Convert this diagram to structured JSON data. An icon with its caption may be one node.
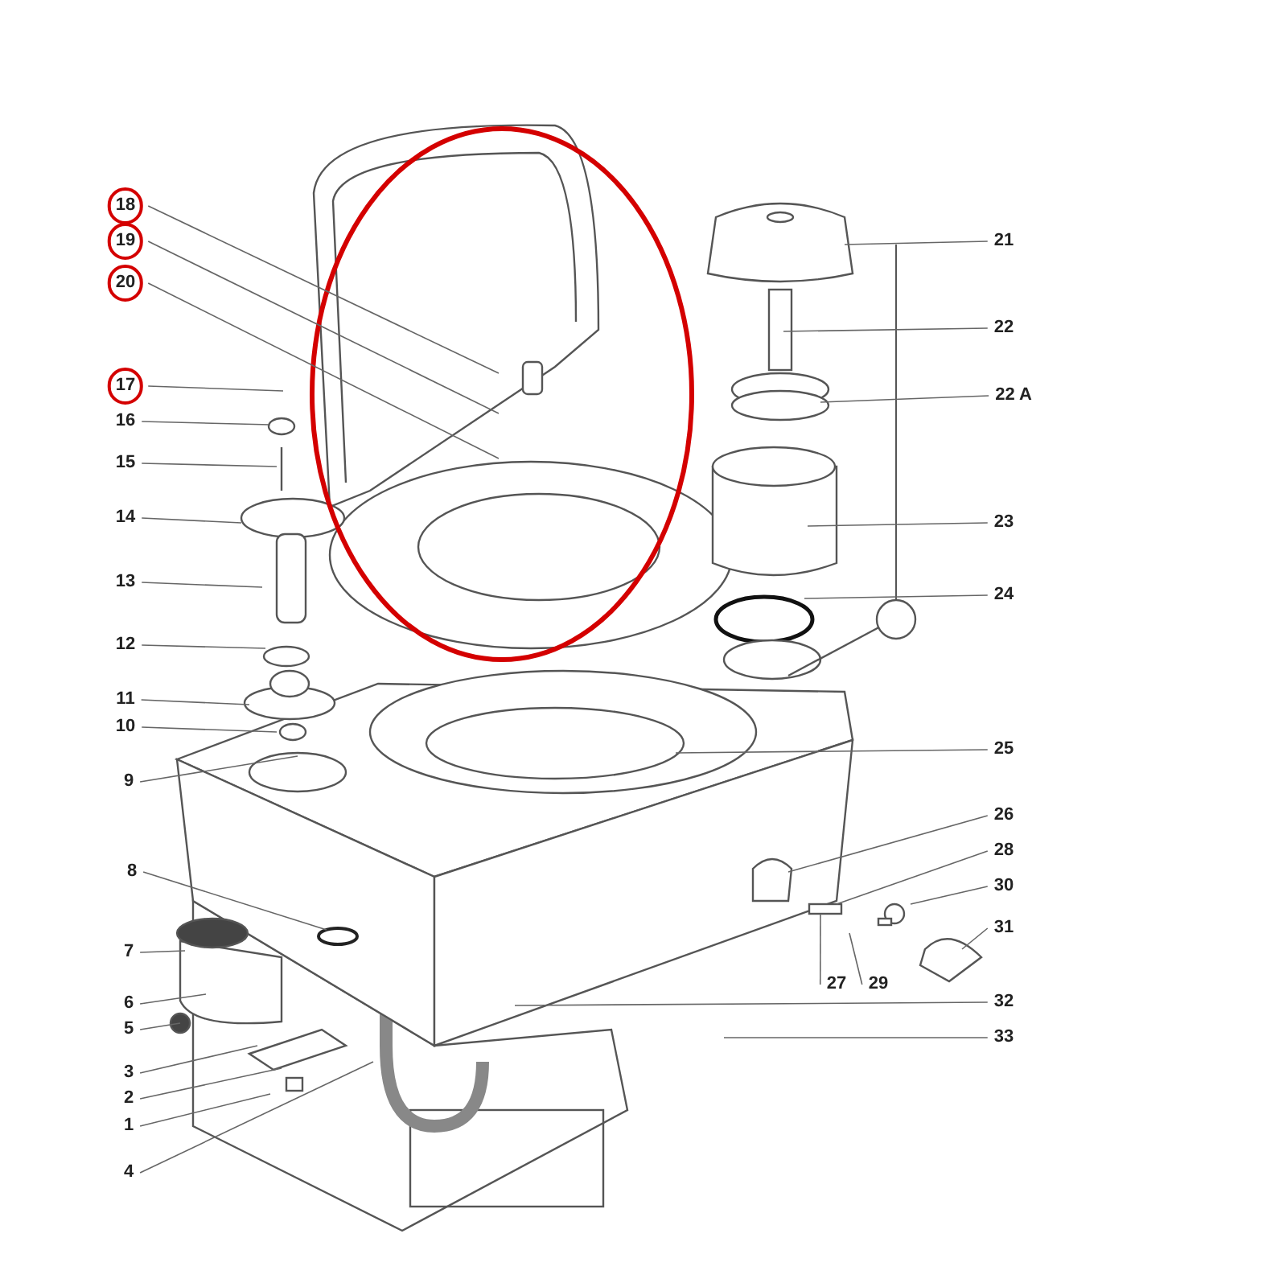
{
  "diagram": {
    "nodes": [
      {
        "text": [
          "18"
        ]
      },
      {
        "text": [
          "19"
        ]
      },
      {
        "text": [
          "20"
        ]
      },
      {
        "text": [
          "17"
        ]
      },
      {
        "text": [
          "16"
        ]
      },
      {
        "text": [
          "15"
        ]
      },
      {
        "text": [
          "14"
        ]
      },
      {
        "text": [
          "13"
        ]
      },
      {
        "text": [
          "12"
        ]
      },
      {
        "text": [
          "11"
        ]
      },
      {
        "text": [
          "10"
        ]
      },
      {
        "text": [
          "9"
        ]
      },
      {
        "text": [
          "8"
        ]
      },
      {
        "text": [
          "7"
        ]
      },
      {
        "text": [
          "6"
        ]
      },
      {
        "text": [
          "5"
        ]
      },
      {
        "text": [
          "3"
        ]
      },
      {
        "text": [
          "2"
        ]
      },
      {
        "text": [
          "1"
        ]
      },
      {
        "text": [
          "4"
        ]
      },
      {
        "text": [
          "21"
        ]
      },
      {
        "text": [
          "22"
        ]
      },
      {
        "text": [
          "22 A"
        ]
      },
      {
        "text": [
          "23"
        ]
      },
      {
        "text": [
          "24"
        ]
      },
      {
        "text": [
          "25"
        ]
      },
      {
        "text": [
          "26"
        ]
      },
      {
        "text": [
          "28"
        ]
      },
      {
        "text": [
          "30"
        ]
      },
      {
        "text": [
          "31"
        ]
      },
      {
        "text": [
          "27"
        ]
      },
      {
        "text": [
          "29"
        ]
      },
      {
        "text": [
          "32"
        ]
      },
      {
        "text": [
          "33"
        ]
      }
    ],
    "edges": [
      {
        "from": 0,
        "to": null,
        "arrow": "none"
      },
      {
        "from": 1,
        "to": null,
        "arrow": "none"
      },
      {
        "from": 2,
        "to": null,
        "arrow": "none"
      },
      {
        "from": 3,
        "to": null,
        "arrow": "none"
      },
      {
        "from": 4,
        "to": null,
        "arrow": "none"
      },
      {
        "from": 5,
        "to": null,
        "arrow": "none"
      },
      {
        "from": 6,
        "to": null,
        "arrow": "none"
      },
      {
        "from": 7,
        "to": null,
        "arrow": "none"
      },
      {
        "from": 8,
        "to": null,
        "arrow": "none"
      },
      {
        "from": 9,
        "to": null,
        "arrow": "none"
      },
      {
        "from": 10,
        "to": null,
        "arrow": "none"
      },
      {
        "from": 11,
        "to": null,
        "arrow": "none"
      },
      {
        "from": 12,
        "to": null,
        "arrow": "none"
      },
      {
        "from": 13,
        "to": null,
        "arrow": "none"
      },
      {
        "from": 14,
        "to": null,
        "arrow": "none"
      },
      {
        "from": 15,
        "to": null,
        "arrow": "none"
      },
      {
        "from": 16,
        "to": null,
        "arrow": "none"
      },
      {
        "from": 17,
        "to": null,
        "arrow": "none"
      },
      {
        "from": 18,
        "to": null,
        "arrow": "none"
      },
      {
        "from": 19,
        "to": null,
        "arrow": "none"
      },
      {
        "from": 20,
        "to": null,
        "arrow": "none"
      },
      {
        "from": 21,
        "to": null,
        "arrow": "none"
      },
      {
        "from": 22,
        "to": null,
        "arrow": "none"
      },
      {
        "from": 23,
        "to": null,
        "arrow": "none"
      },
      {
        "from": 24,
        "to": null,
        "arrow": "none"
      },
      {
        "from": 25,
        "to": null,
        "arrow": "none"
      },
      {
        "from": 26,
        "to": null,
        "arrow": "none"
      },
      {
        "from": 27,
        "to": null,
        "arrow": "none"
      },
      {
        "from": 28,
        "to": null,
        "arrow": "none"
      },
      {
        "from": 29,
        "to": null,
        "arrow": "none"
      },
      {
        "from": 30,
        "to": null,
        "arrow": "none"
      },
      {
        "from": 31,
        "to": null,
        "arrow": "none"
      },
      {
        "from": 32,
        "to": null,
        "arrow": "none"
      },
      {
        "from": 33,
        "to": null,
        "arrow": "none"
      }
    ]
  }
}
